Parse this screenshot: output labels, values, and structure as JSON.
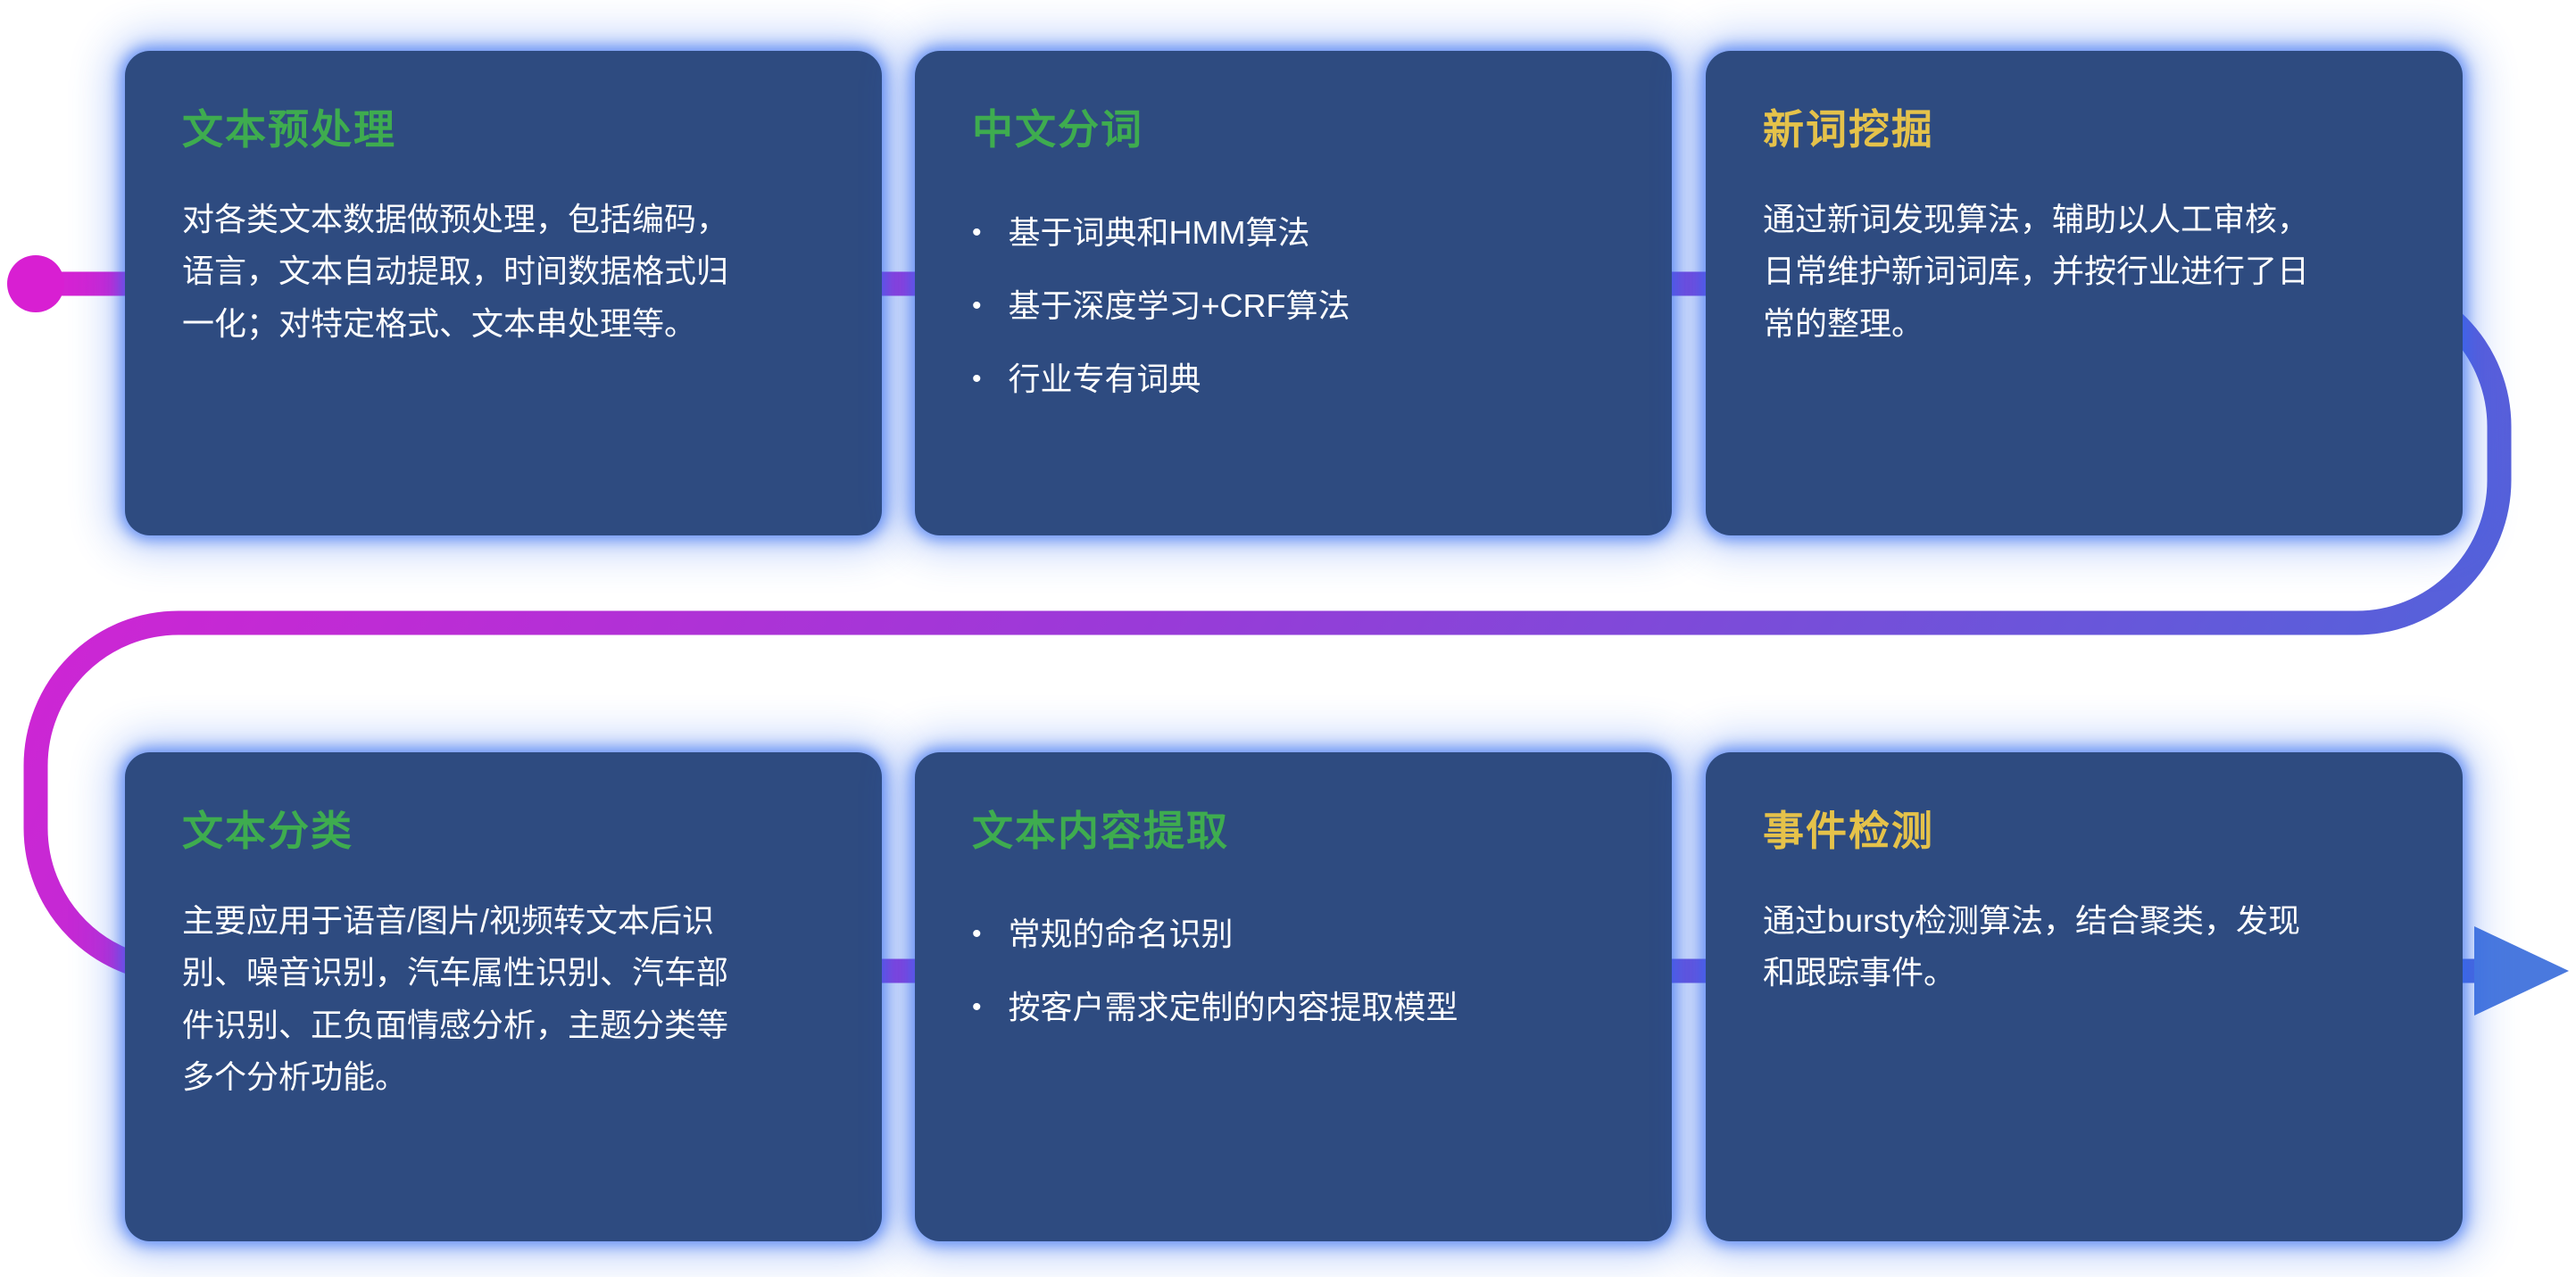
{
  "theme": {
    "card_bg": "#2e4b80",
    "glow_blue": "#2f69f0",
    "title_green": "#3eac4f",
    "title_yellow": "#e5c24a",
    "body_text": "#ffffff"
  },
  "flow": {
    "start_color": "#de1fd2",
    "mid_color": "#9a3ad8",
    "end_color": "#3f6edb",
    "dot_color": "#d81fd2",
    "arrow_color": "#4a79de"
  },
  "cards": [
    {
      "title": "文本预处理",
      "accent": "#3eac4f",
      "body": "对各类文本数据做预处理，包括编码，语言，文本自动提取，时间数据格式归一化；对特定格式、文本串处理等。"
    },
    {
      "title": "中文分词",
      "accent": "#3eac4f",
      "bullets": [
        "基于词典和HMM算法",
        "基于深度学习+CRF算法",
        "行业专有词典"
      ]
    },
    {
      "title": "新词挖掘",
      "accent": "#e5c24a",
      "body": "通过新词发现算法，辅助以人工审核，日常维护新词词库，并按行业进行了日常的整理。"
    },
    {
      "title": "文本分类",
      "accent": "#3eac4f",
      "body": "主要应用于语音/图片/视频转文本后识别、噪音识别，汽车属性识别、汽车部件识别、正负面情感分析，主题分类等多个分析功能。"
    },
    {
      "title": "文本内容提取",
      "accent": "#3eac4f",
      "bullets": [
        "常规的命名识别",
        "按客户需求定制的内容提取模型"
      ]
    },
    {
      "title": "事件检测",
      "accent": "#e5c24a",
      "body": "通过bursty检测算法，结合聚类，发现和跟踪事件。"
    }
  ]
}
